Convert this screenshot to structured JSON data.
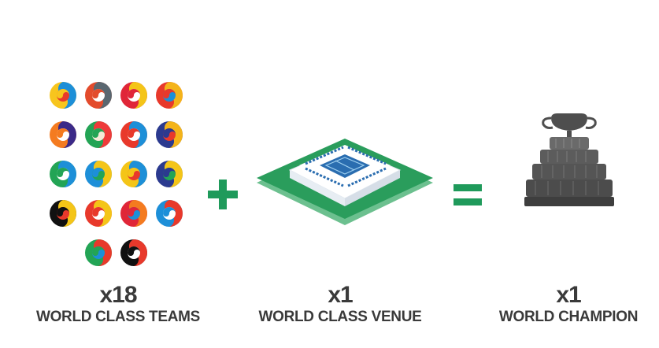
{
  "teams": {
    "count": "x18",
    "caption": "WORLD CLASS TEAMS",
    "logos": [
      {
        "name": "team-logo-1",
        "colors": [
          "#f7c51e",
          "#1d8fd8",
          "#e8392b"
        ]
      },
      {
        "name": "team-logo-2",
        "colors": [
          "#e34b2c",
          "#5a6770",
          "#ffffff"
        ]
      },
      {
        "name": "team-logo-3",
        "colors": [
          "#e02638",
          "#f4c518",
          "#ffffff"
        ]
      },
      {
        "name": "team-logo-4",
        "colors": [
          "#e8392b",
          "#f4b41a",
          "#1d8fd8"
        ]
      },
      {
        "name": "team-logo-5",
        "colors": [
          "#f47b20",
          "#3b2a88",
          "#ffffff"
        ]
      },
      {
        "name": "team-logo-6",
        "colors": [
          "#23a455",
          "#ee3a3a",
          "#f5e9d8"
        ]
      },
      {
        "name": "team-logo-7",
        "colors": [
          "#e8392b",
          "#1d8fd8",
          "#ffffff"
        ]
      },
      {
        "name": "team-logo-8",
        "colors": [
          "#2b3a8f",
          "#f4b41a",
          "#e8392b"
        ]
      },
      {
        "name": "team-logo-9",
        "colors": [
          "#23a455",
          "#1d8fd8",
          "#ffffff"
        ]
      },
      {
        "name": "team-logo-10",
        "colors": [
          "#1d8fd8",
          "#f4c518",
          "#23a455"
        ]
      },
      {
        "name": "team-logo-11",
        "colors": [
          "#f4c518",
          "#1d8fd8",
          "#e8392b"
        ]
      },
      {
        "name": "team-logo-12",
        "colors": [
          "#2b3a8f",
          "#f4c518",
          "#23a455"
        ]
      },
      {
        "name": "team-logo-13",
        "colors": [
          "#111111",
          "#f4c518",
          "#e8392b"
        ]
      },
      {
        "name": "team-logo-14",
        "colors": [
          "#e8392b",
          "#f4c518",
          "#ffffff"
        ]
      },
      {
        "name": "team-logo-15",
        "colors": [
          "#e02638",
          "#f47b20",
          "#1d8fd8"
        ]
      },
      {
        "name": "team-logo-16",
        "colors": [
          "#1d8fd8",
          "#e8392b",
          "#ffffff"
        ]
      },
      {
        "name": "team-logo-17",
        "colors": [
          "#23a455",
          "#e8392b",
          "#1d8fd8"
        ]
      },
      {
        "name": "team-logo-18",
        "colors": [
          "#111111",
          "#e8392b",
          "#ffffff"
        ]
      }
    ]
  },
  "venue": {
    "count": "x1",
    "caption": "WORLD CLASS VENUE"
  },
  "champion": {
    "count": "x1",
    "caption": "WORLD CHAMPION"
  },
  "colors": {
    "operator_green": "#1f9a5b",
    "venue_green": "#2a9d5c",
    "venue_blue": "#2a6db0",
    "trophy_gray": "#5a5a5a",
    "text": "#3a3a3a"
  },
  "icons": {
    "plus": "plus-icon",
    "equals": "equals-icon",
    "venue": "stadium-icon",
    "trophy": "trophy-icon"
  }
}
